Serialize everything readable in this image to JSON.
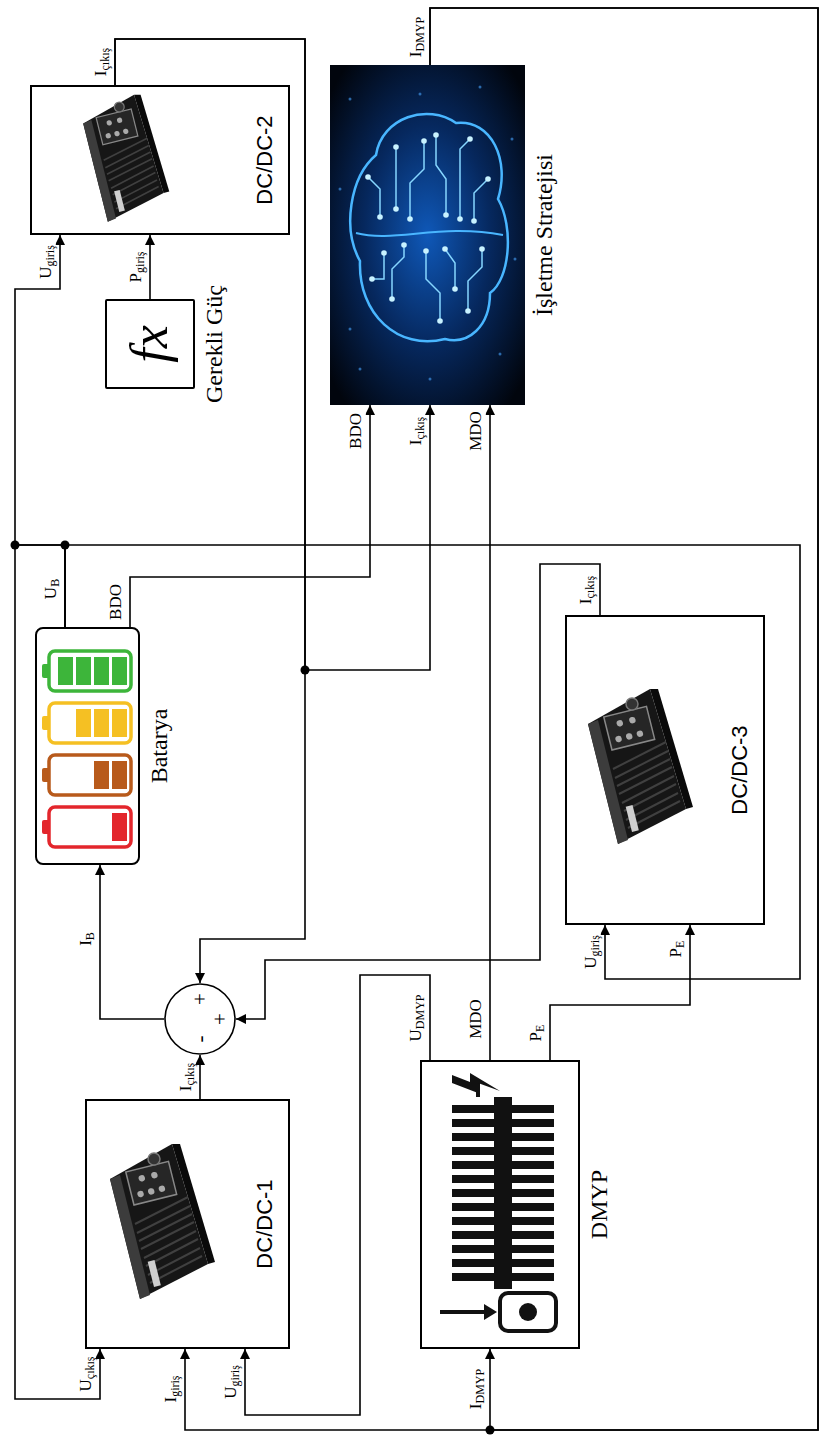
{
  "diagram": {
    "nodes": [
      {
        "text": [
          "DC/DC-2"
        ]
      },
      {
        "text": [
          "fx",
          "Gerekli Güç"
        ]
      },
      {
        "text": [
          "İşletme Stratejisi"
        ]
      },
      {
        "text": [
          "Batarya"
        ]
      },
      {
        "text": [
          "DC/DC-3"
        ]
      },
      {
        "text": [
          "+",
          "+",
          "-"
        ]
      },
      {
        "text": [
          "DC/DC-1"
        ]
      },
      {
        "text": [
          "DMYP"
        ]
      }
    ],
    "edges": [
      {
        "from": 6,
        "to": 5,
        "arrow": "to",
        "label": "Içıkış"
      },
      {
        "from": 0,
        "to": 5,
        "arrow": "to",
        "label": "Içıkış"
      },
      {
        "from": 0,
        "to": 2,
        "arrow": "to",
        "label": "Içıkış"
      },
      {
        "from": 4,
        "to": 5,
        "arrow": "to",
        "label": "Içıkış"
      },
      {
        "from": 5,
        "to": 3,
        "arrow": "to",
        "label": "IB"
      },
      {
        "from": 3,
        "to": 2,
        "arrow": "to",
        "label": "BDO"
      },
      {
        "from": 7,
        "to": 2,
        "arrow": "to",
        "label": "MDO"
      },
      {
        "from": 2,
        "to": 7,
        "arrow": "to",
        "label": "IDMYP"
      },
      {
        "from": 2,
        "to": 6,
        "arrow": "to",
        "label": "Igiriş"
      },
      {
        "from": 3,
        "to": 6,
        "arrow": "to",
        "label": "Uçıkış"
      },
      {
        "from": 3,
        "to": 0,
        "arrow": "to",
        "label": "Ugiriş"
      },
      {
        "from": 3,
        "to": 4,
        "arrow": "to",
        "label": "Ugiriş"
      },
      {
        "from": 7,
        "to": 4,
        "arrow": "to",
        "label": "PE"
      },
      {
        "from": 7,
        "to": 6,
        "arrow": "to",
        "label": "Ugiriş"
      },
      {
        "from": 1,
        "to": 0,
        "arrow": "to",
        "label": "Pgiriş"
      }
    ],
    "labels": [
      "BDO",
      "MDO",
      "IDMYP",
      "UB",
      "PE",
      "UDMYP"
    ]
  }
}
